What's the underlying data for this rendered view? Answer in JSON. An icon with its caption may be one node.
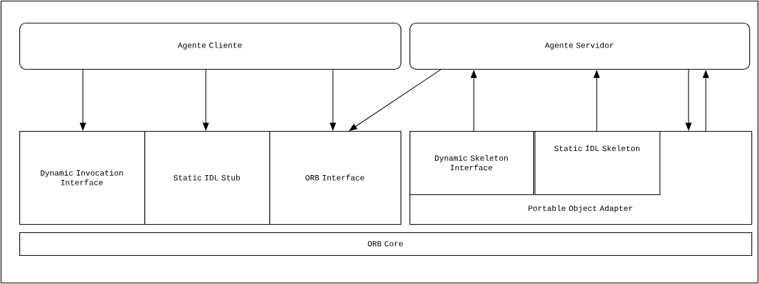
{
  "diagram": {
    "nodes": [
      {
        "text": [
          "Agente Cliente"
        ]
      },
      {
        "text": [
          "Agente Servidor"
        ]
      },
      {
        "text": [
          "Dynamic Invocation Interface"
        ]
      },
      {
        "text": [
          "Static IDL Stub"
        ]
      },
      {
        "text": [
          "ORB Interface"
        ]
      },
      {
        "text": [
          "Portable Object Adapter"
        ]
      },
      {
        "text": [
          "Dynamic Skeleton Interface"
        ],
        "in": 5
      },
      {
        "text": [
          "Static IDL Skeleton"
        ],
        "in": 5
      },
      {
        "text": [
          "ORB Core"
        ]
      }
    ],
    "edges": [
      {
        "from": 0,
        "to": 2,
        "arrow": "to"
      },
      {
        "from": 0,
        "to": 3,
        "arrow": "to"
      },
      {
        "from": 0,
        "to": 4,
        "arrow": "to"
      },
      {
        "from": 1,
        "to": 4,
        "arrow": "to"
      },
      {
        "from": 6,
        "to": 1,
        "arrow": "to"
      },
      {
        "from": 7,
        "to": 1,
        "arrow": "to"
      },
      {
        "from": 1,
        "to": 5,
        "arrow": "to"
      },
      {
        "from": 5,
        "to": 1,
        "arrow": "to"
      }
    ]
  }
}
